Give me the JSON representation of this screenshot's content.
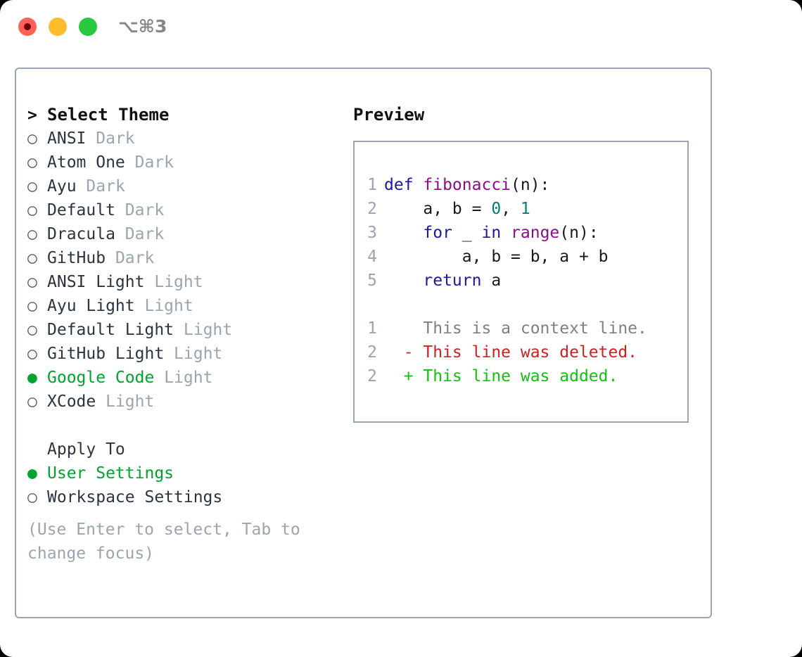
{
  "titlebar": {
    "shortcut": "⌥⌘3",
    "lights": [
      {
        "name": "close",
        "color": "#FF6159"
      },
      {
        "name": "minimize",
        "color": "#FFBD2E"
      },
      {
        "name": "maximize",
        "color": "#28C840"
      }
    ]
  },
  "accent": {
    "selected": "#00A32E",
    "muted": "#9AA5B1",
    "border": "#9AA5B1"
  },
  "theme_list": {
    "heading": "Select Theme",
    "caret": ">",
    "bullet_on": "●",
    "bullet_off": "○",
    "items": [
      {
        "name": "ANSI",
        "kind": "Dark",
        "selected": false
      },
      {
        "name": "Atom One",
        "kind": "Dark",
        "selected": false
      },
      {
        "name": "Ayu",
        "kind": "Dark",
        "selected": false
      },
      {
        "name": "Default",
        "kind": "Dark",
        "selected": false
      },
      {
        "name": "Dracula",
        "kind": "Dark",
        "selected": false
      },
      {
        "name": "GitHub",
        "kind": "Dark",
        "selected": false
      },
      {
        "name": "ANSI Light",
        "kind": "Light",
        "selected": false
      },
      {
        "name": "Ayu Light",
        "kind": "Light",
        "selected": false
      },
      {
        "name": "Default Light",
        "kind": "Light",
        "selected": false
      },
      {
        "name": "GitHub Light",
        "kind": "Light",
        "selected": false
      },
      {
        "name": "Google Code",
        "kind": "Light",
        "selected": true
      },
      {
        "name": "XCode",
        "kind": "Light",
        "selected": false
      }
    ]
  },
  "apply_to": {
    "heading": "Apply To",
    "options": [
      {
        "label": "User Settings",
        "selected": true
      },
      {
        "label": "Workspace Settings",
        "selected": false
      }
    ]
  },
  "hint": "(Use Enter to select, Tab to change focus)",
  "preview": {
    "title": "Preview",
    "code_lines": [
      {
        "num": "1",
        "tokens": [
          {
            "t": "def ",
            "c": "kw"
          },
          {
            "t": "fibonacci",
            "c": "fn"
          },
          {
            "t": "(n):",
            "c": "plain"
          }
        ]
      },
      {
        "num": "2",
        "tokens": [
          {
            "t": "    a, b = ",
            "c": "plain"
          },
          {
            "t": "0",
            "c": "num"
          },
          {
            "t": ", ",
            "c": "plain"
          },
          {
            "t": "1",
            "c": "num"
          }
        ]
      },
      {
        "num": "3",
        "tokens": [
          {
            "t": "    ",
            "c": "plain"
          },
          {
            "t": "for",
            "c": "kw"
          },
          {
            "t": " _ ",
            "c": "plain"
          },
          {
            "t": "in",
            "c": "kw"
          },
          {
            "t": " ",
            "c": "plain"
          },
          {
            "t": "range",
            "c": "fn"
          },
          {
            "t": "(n):",
            "c": "plain"
          }
        ]
      },
      {
        "num": "4",
        "tokens": [
          {
            "t": "        a, b = b, a + b",
            "c": "plain"
          }
        ]
      },
      {
        "num": "5",
        "tokens": [
          {
            "t": "    ",
            "c": "plain"
          },
          {
            "t": "return",
            "c": "kw"
          },
          {
            "t": " a",
            "c": "plain"
          }
        ]
      }
    ],
    "diff_lines": [
      {
        "num": "1",
        "sign": " ",
        "text": " This is a context line.",
        "c": "ctx"
      },
      {
        "num": "2",
        "sign": "-",
        "text": " This line was deleted.",
        "c": "del"
      },
      {
        "num": "2",
        "sign": "+",
        "text": " This line was added.",
        "c": "add"
      }
    ]
  }
}
